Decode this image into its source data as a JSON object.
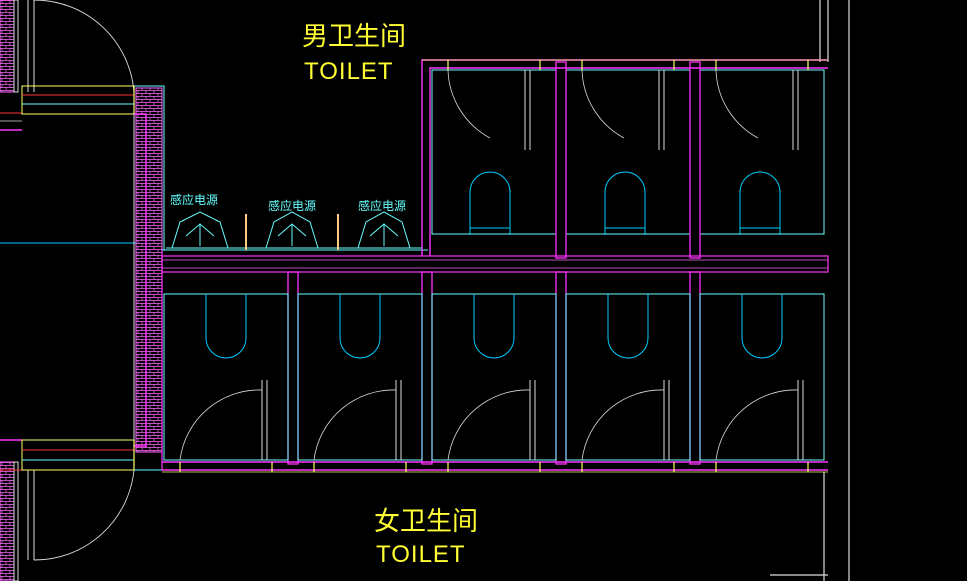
{
  "men_room": {
    "title_cn": "男卫生间",
    "title_en": "TOILET"
  },
  "women_room": {
    "title_cn": "女卫生间",
    "title_en": "TOILET"
  },
  "sensors": [
    {
      "label": "感应电源"
    },
    {
      "label": "感应电源"
    },
    {
      "label": "感应电源"
    }
  ],
  "colors": {
    "background": "#000000",
    "wall": "#ff33ff",
    "fixture": "#00ccff",
    "cyan": "#66ffff",
    "text": "#ffff33",
    "door": "#ffffff",
    "red": "#ff3333"
  }
}
